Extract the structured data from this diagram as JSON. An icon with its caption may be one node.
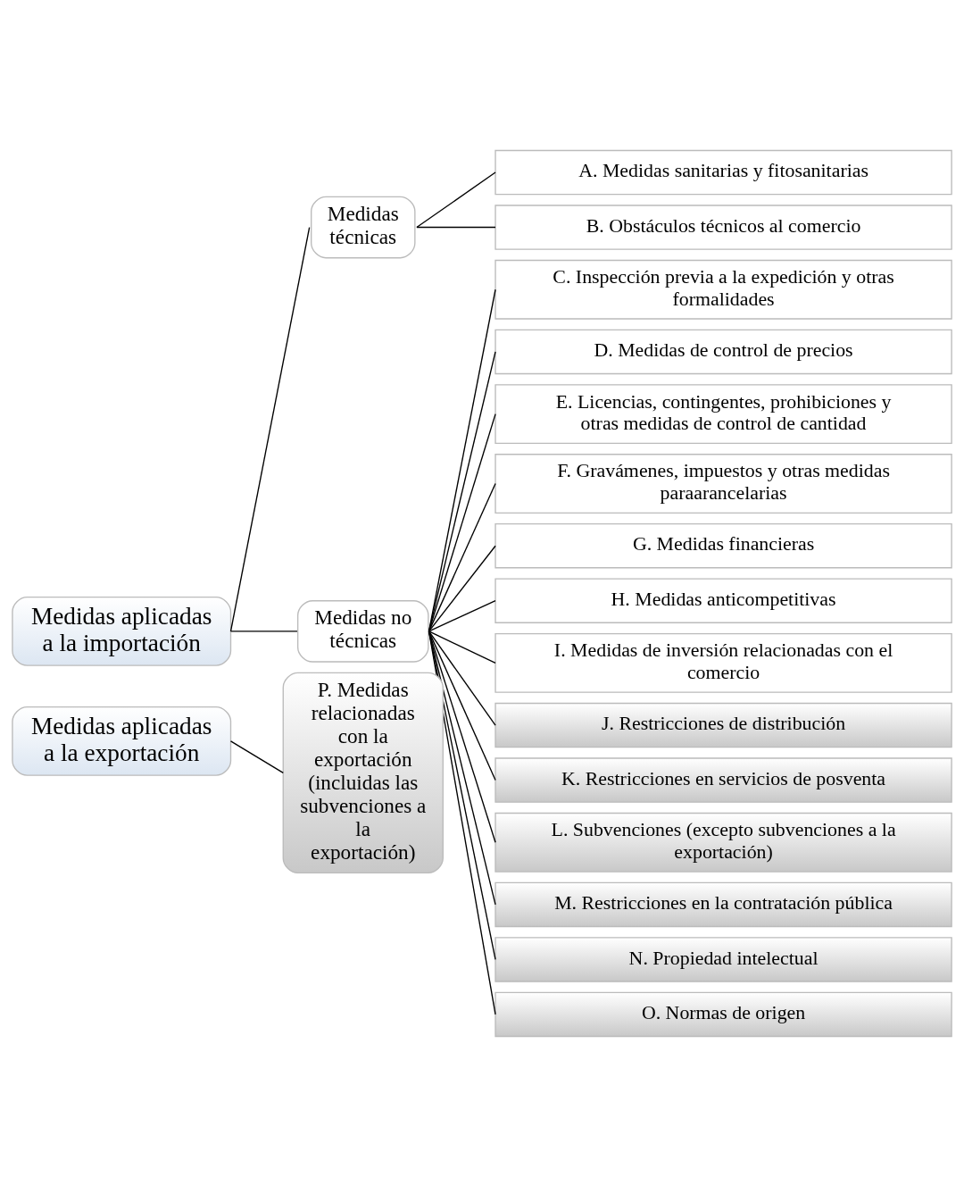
{
  "diagram": {
    "nodes": [
      {
        "text": [
          "Medidas aplicadas a la importación"
        ]
      },
      {
        "text": [
          "Medidas técnicas"
        ]
      },
      {
        "text": [
          "Medidas no técnicas"
        ]
      },
      {
        "text": [
          "A. Medidas sanitarias y fitosanitarias"
        ]
      },
      {
        "text": [
          "B. Obstáculos técnicos al comercio"
        ]
      },
      {
        "text": [
          "C. Inspección previa a la expedición y otras formalidades"
        ]
      },
      {
        "text": [
          "D. Medidas de control de precios"
        ]
      },
      {
        "text": [
          "E. Licencias, contingentes, prohibiciones y otras medidas de control de cantidad"
        ]
      },
      {
        "text": [
          "F. Gravámenes, impuestos y otras medidas paraarancelarias"
        ]
      },
      {
        "text": [
          "G. Medidas financieras"
        ]
      },
      {
        "text": [
          "H. Medidas anticompetitivas"
        ]
      },
      {
        "text": [
          "I. Medidas de inversión relacionadas con el comercio"
        ]
      },
      {
        "text": [
          "J. Restricciones de distribución"
        ]
      },
      {
        "text": [
          "K. Restricciones en servicios de posventa"
        ]
      },
      {
        "text": [
          "L. Subvenciones (excepto subvenciones a la exportación)"
        ]
      },
      {
        "text": [
          "M. Restricciones en la contratación pública"
        ]
      },
      {
        "text": [
          "N. Propiedad intelectual"
        ]
      },
      {
        "text": [
          "O. Normas de origen"
        ]
      },
      {
        "text": [
          "Medidas aplicadas a la exportación"
        ]
      },
      {
        "text": [
          "P. Medidas relacionadas con la exportación (incluidas las subvenciones a la exportación)"
        ]
      }
    ],
    "edges": [
      {
        "from": 0,
        "to": 1,
        "arrow": "none"
      },
      {
        "from": 0,
        "to": 2,
        "arrow": "none"
      },
      {
        "from": 1,
        "to": 3,
        "arrow": "none"
      },
      {
        "from": 1,
        "to": 4,
        "arrow": "none"
      },
      {
        "from": 2,
        "to": 5,
        "arrow": "none"
      },
      {
        "from": 2,
        "to": 6,
        "arrow": "none"
      },
      {
        "from": 2,
        "to": 7,
        "arrow": "none"
      },
      {
        "from": 2,
        "to": 8,
        "arrow": "none"
      },
      {
        "from": 2,
        "to": 9,
        "arrow": "none"
      },
      {
        "from": 2,
        "to": 10,
        "arrow": "none"
      },
      {
        "from": 2,
        "to": 11,
        "arrow": "none"
      },
      {
        "from": 2,
        "to": 12,
        "arrow": "none"
      },
      {
        "from": 2,
        "to": 13,
        "arrow": "none"
      },
      {
        "from": 2,
        "to": 14,
        "arrow": "none"
      },
      {
        "from": 2,
        "to": 15,
        "arrow": "none"
      },
      {
        "from": 2,
        "to": 16,
        "arrow": "none"
      },
      {
        "from": 2,
        "to": 17,
        "arrow": "none"
      },
      {
        "from": 18,
        "to": 19,
        "arrow": "none"
      }
    ]
  }
}
